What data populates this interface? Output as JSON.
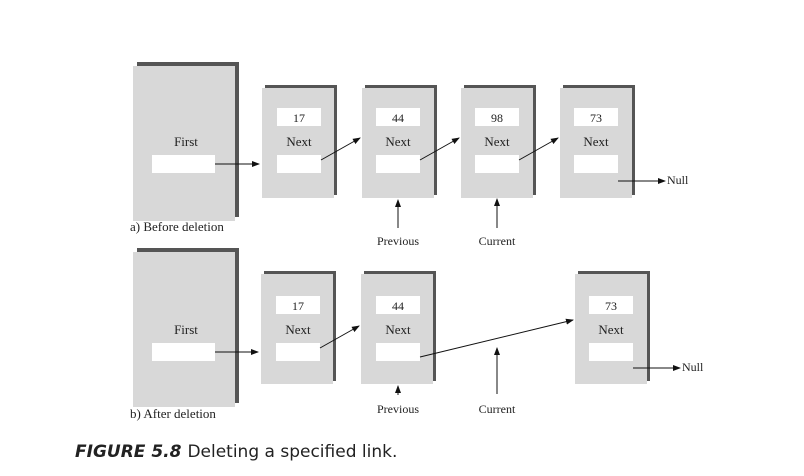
{
  "diagrams": [
    {
      "label": "a) Before deletion",
      "first_label": "First",
      "links": [
        {
          "value": "17",
          "next_label": "Next"
        },
        {
          "value": "44",
          "next_label": "Next"
        },
        {
          "value": "98",
          "next_label": "Next"
        },
        {
          "value": "73",
          "next_label": "Next"
        }
      ],
      "null_label": "Null",
      "previous_label": "Previous",
      "current_label": "Current"
    },
    {
      "label": "b) After deletion",
      "first_label": "First",
      "links": [
        {
          "value": "17",
          "next_label": "Next"
        },
        {
          "value": "44",
          "next_label": "Next"
        },
        {
          "value": "73",
          "next_label": "Next"
        }
      ],
      "null_label": "Null",
      "previous_label": "Previous",
      "current_label": "Current"
    }
  ],
  "caption": {
    "figure_number": "FIGURE 5.8",
    "text": "Deleting a specified link."
  }
}
